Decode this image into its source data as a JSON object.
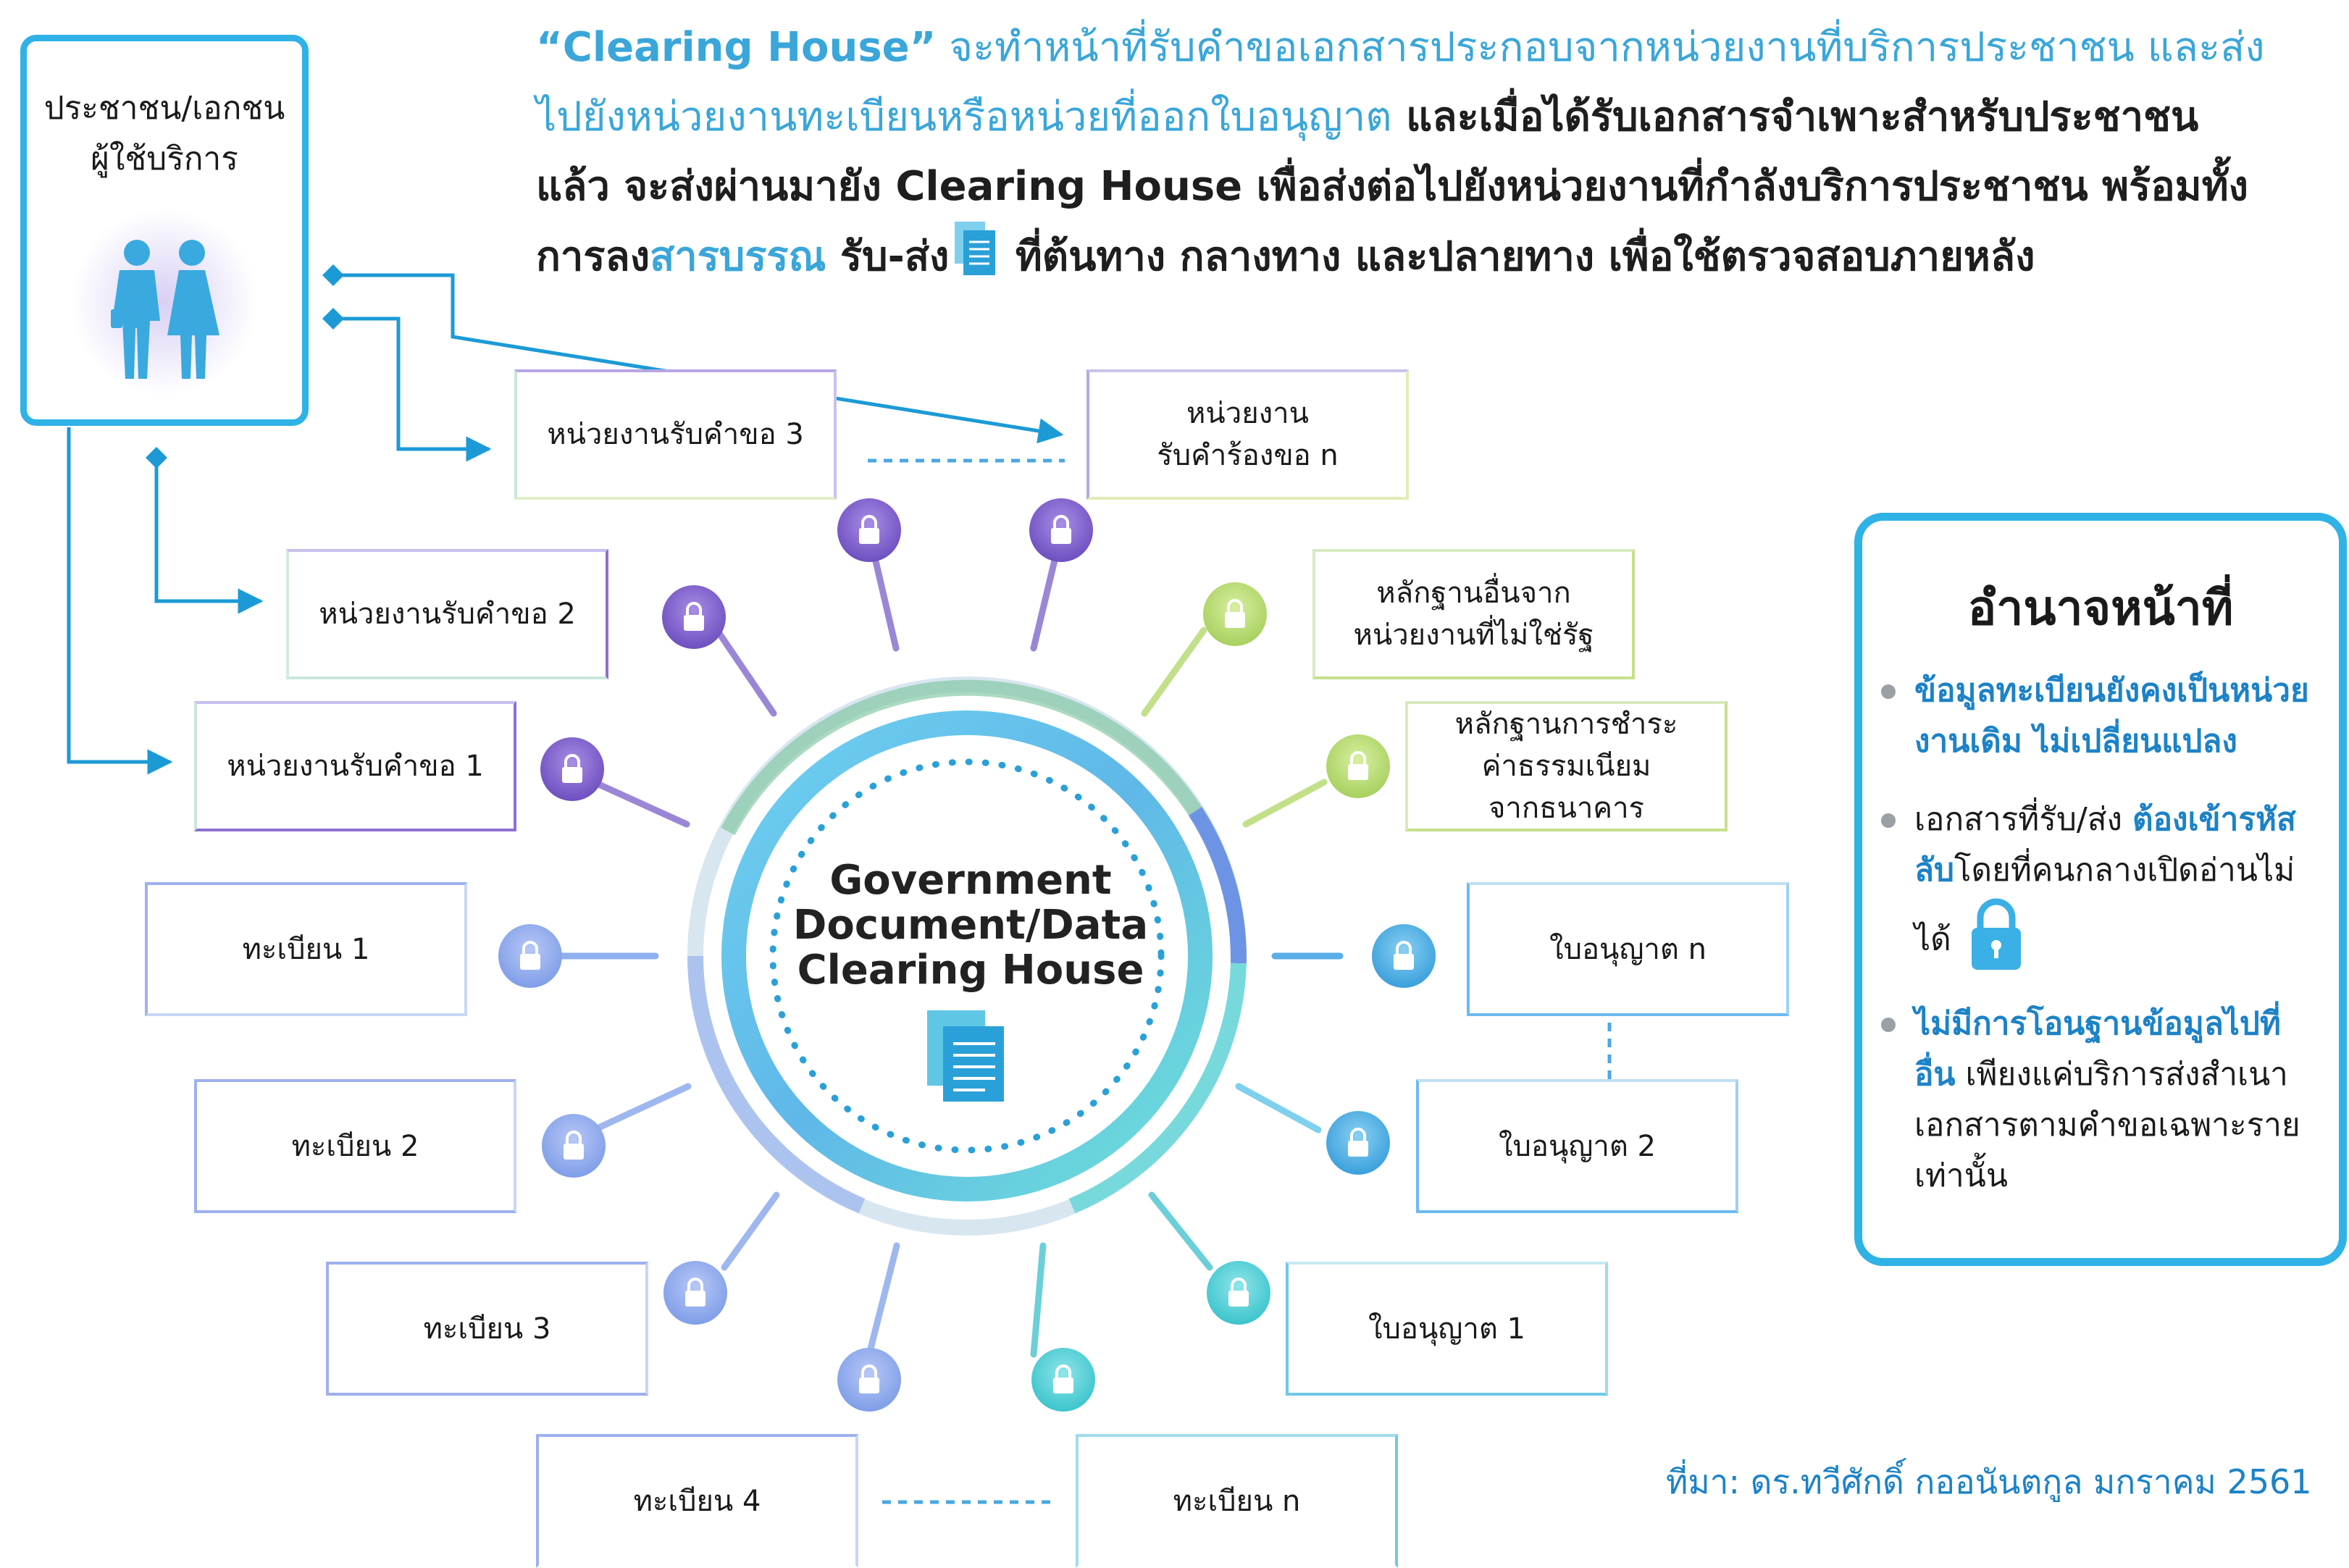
{
  "headline": {
    "part1": "“Clearing House”",
    "part2": " จะทำหน้าที่รับคำขอเอกสารประกอบจากหน่วยงานที่บริการประชาชน และส่ง",
    "part3": "ไปยังหน่วยงานทะเบียนหรือหน่วยที่ออกใบอนุญาต",
    "part4": " และเมื่อได้รับเอกสารจำเพาะสำหรับประชาชน",
    "line3": "แล้ว จะส่งผ่านมายัง Clearing House เพื่อส่งต่อไปยังหน่วยงานที่กำลังบริการประชาชน พร้อมทั้ง",
    "part5": "การลง",
    "part6": "สารบรรณ",
    "part7": " รับ-ส่ง",
    "part8": " ที่ต้นทาง กลางทาง และปลายทาง เพื่อใช้ตรวจสอบภายหลัง"
  },
  "user_box": {
    "label": "ประชาชน/เอกชน\nผู้ใช้บริการ",
    "icon": "people-icon"
  },
  "center": {
    "label": "Government\nDocument/Data\nClearing House",
    "icon": "document-icon"
  },
  "nodes": {
    "req_n": "หน่วยงาน\nรับคำร้องขอ n",
    "req_3": "หน่วยงานรับคำขอ 3",
    "req_2": "หน่วยงานรับคำขอ 2",
    "req_1": "หน่วยงานรับคำขอ 1",
    "evidence_private": "หลักฐานอื่นจาก\nหน่วยงานที่ไม่ใช่รัฐ",
    "evidence_fee": "หลักฐานการชำระ\nค่าธรรมเนียม\nจากธนาคาร",
    "license_n": "ใบอนุญาต n",
    "license_2": "ใบอนุญาต 2",
    "license_1": "ใบอนุญาต 1",
    "reg_1": "ทะเบียน 1",
    "reg_2": "ทะเบียน 2",
    "reg_3": "ทะเบียน 3",
    "reg_4": "ทะเบียน 4",
    "reg_n": "ทะเบียน n"
  },
  "power": {
    "title": "อำนาจหน้าที่",
    "b1_blue": "ข้อมูลทะเบียนยังคงเป็นหน่วยงานเดิม ไม่เปลี่ยนแปลง",
    "b2_plain1": "เอกสารที่รับ/ส่ง ",
    "b2_blue": "ต้องเข้ารหัสลับ",
    "b2_plain2": "โดยที่คนกลางเปิดอ่านไม่ได้",
    "b3_blue": "ไม่มีการโอนฐานข้อมูลไปที่อื่น",
    "b3_plain": " เพียงแค่บริการส่งสำเนาเอกสารตามคำขอเฉพาะรายเท่านั้น"
  },
  "source": "ที่มา: ดร.ทวีศักดิ์ กออนันตกูล มกราคม 2561",
  "colors": {
    "accent": "#2fb2e6",
    "blue": "#1c82c7",
    "purple": "#7b5cc4",
    "green": "#b7d96a",
    "teal": "#5fd0d8"
  }
}
